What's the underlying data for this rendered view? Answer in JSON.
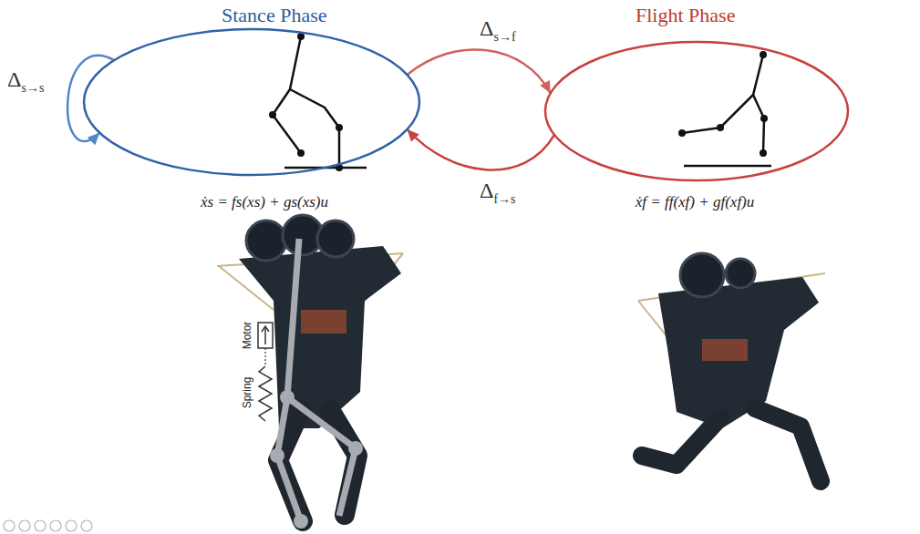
{
  "diagram": {
    "nodes": [
      {
        "text": [
          "Stance Phase"
        ]
      },
      {
        "text": [
          "Flight Phase"
        ]
      }
    ],
    "edges": [
      {
        "from": 0,
        "to": 0,
        "arrow": "to",
        "label": "Δs→s"
      },
      {
        "from": 0,
        "to": 1,
        "arrow": "to",
        "label": "Δs→f"
      },
      {
        "from": 1,
        "to": 0,
        "arrow": "to",
        "label": "Δf→s"
      }
    ],
    "labels": [
      "ẋs = fs(xs) + gs(xs)u",
      "ẋf = ff(xf) + gf(xf)u",
      "Motor",
      "Spring"
    ]
  }
}
